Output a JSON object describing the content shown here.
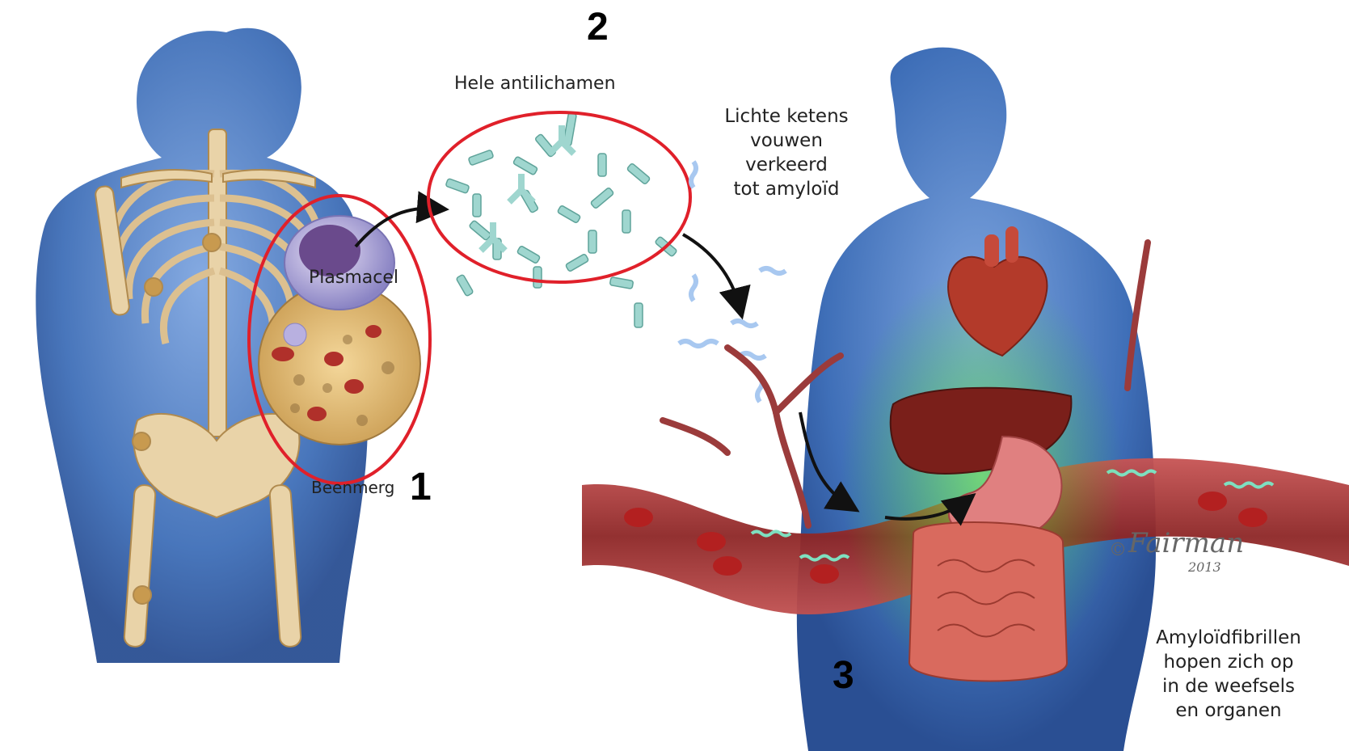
{
  "numbers": {
    "n1": "1",
    "n2": "2",
    "n3": "3"
  },
  "labels": {
    "plasmacel": "Plasmacel",
    "beenmerg": "Beenmerg",
    "hele_antilichamen": "Hele antilichamen",
    "lichte_ketens": [
      "Lichte ketens",
      "vouwen",
      "verkeerd",
      "tot amyloïd"
    ],
    "amyloid_fibrillen": [
      "Amyloïdfibrillen",
      "hopen zich op",
      "in de weefsels",
      "en organen"
    ]
  },
  "signature": {
    "name": "Fairman",
    "copyright": "©",
    "year": "2013"
  },
  "colors": {
    "body_blue": "#3f6fb8",
    "highlight_red": "#e0202a",
    "antibody_teal": "#9fd6cf",
    "vessel_red": "#9b2b2b",
    "organ_glow": "#5fe03a"
  }
}
